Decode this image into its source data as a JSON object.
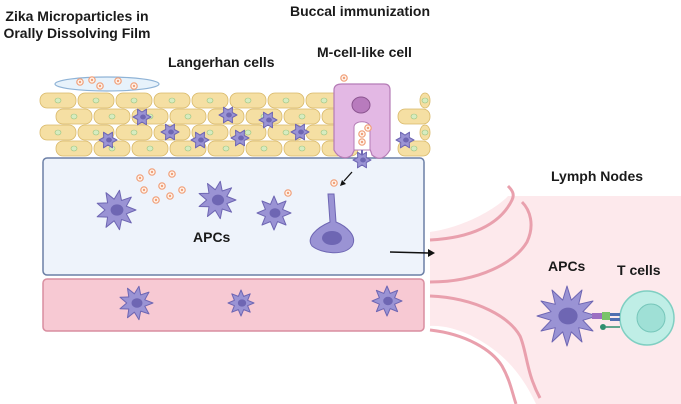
{
  "title": "Buccal immunization",
  "labels": {
    "film": "Zika Microparticles in Orally Dissolving Film",
    "langerhan": "Langerhan cells",
    "mcell": "M-cell-like cell",
    "apcs_tissue": "APCs",
    "lymph_nodes": "Lymph Nodes",
    "apcs_node": "APCs",
    "t_cells": "T cells"
  },
  "colors": {
    "epithelium": "#f5dfa3",
    "epithelium_border": "#d9b96a",
    "cell_nucleus": "#d6ecc0",
    "tissue_panel": "#eef3fb",
    "tissue_border": "#6b7fa6",
    "vessel_panel": "#f7c9d3",
    "vessel_border": "#d98ea0",
    "lymph_bg": "#fde9ec",
    "lymph_edge": "#e9a0ad",
    "apc": "#9a93d4",
    "apc_dark": "#6e66b3",
    "mcell": "#e3b8e4",
    "tcell": "#bfeee6",
    "particle": "#f0a07a"
  }
}
